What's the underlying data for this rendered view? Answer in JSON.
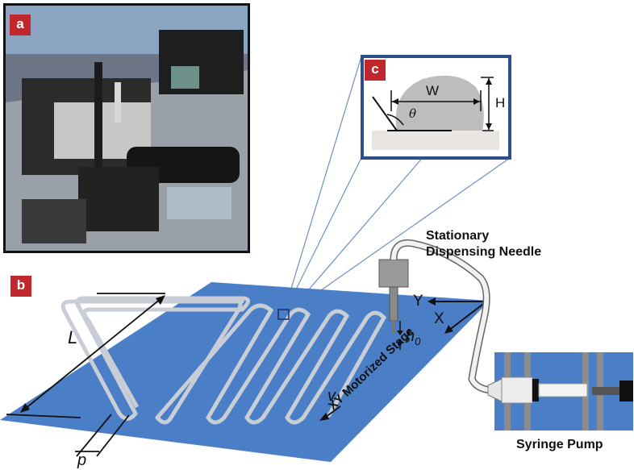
{
  "panels": {
    "a": "a",
    "b": "b",
    "c": "c"
  },
  "labels": {
    "needle_line1": "Stationary",
    "needle_line2": "Dispensing Needle",
    "syringe_pump": "Syringe Pump",
    "stage": "XY Motorized Stage",
    "L": "L",
    "p": "p",
    "v": "v",
    "h0_h": "h",
    "h0_sub": "0",
    "X": "X",
    "Y": "Y",
    "W": "W",
    "H": "H",
    "theta": "θ"
  },
  "colors": {
    "badge": "#c0282d",
    "stage": "#4a7fc8",
    "trace": "#c9cdd6",
    "inset_border": "#2c4f8a",
    "droplet": "#bdbdbd"
  }
}
